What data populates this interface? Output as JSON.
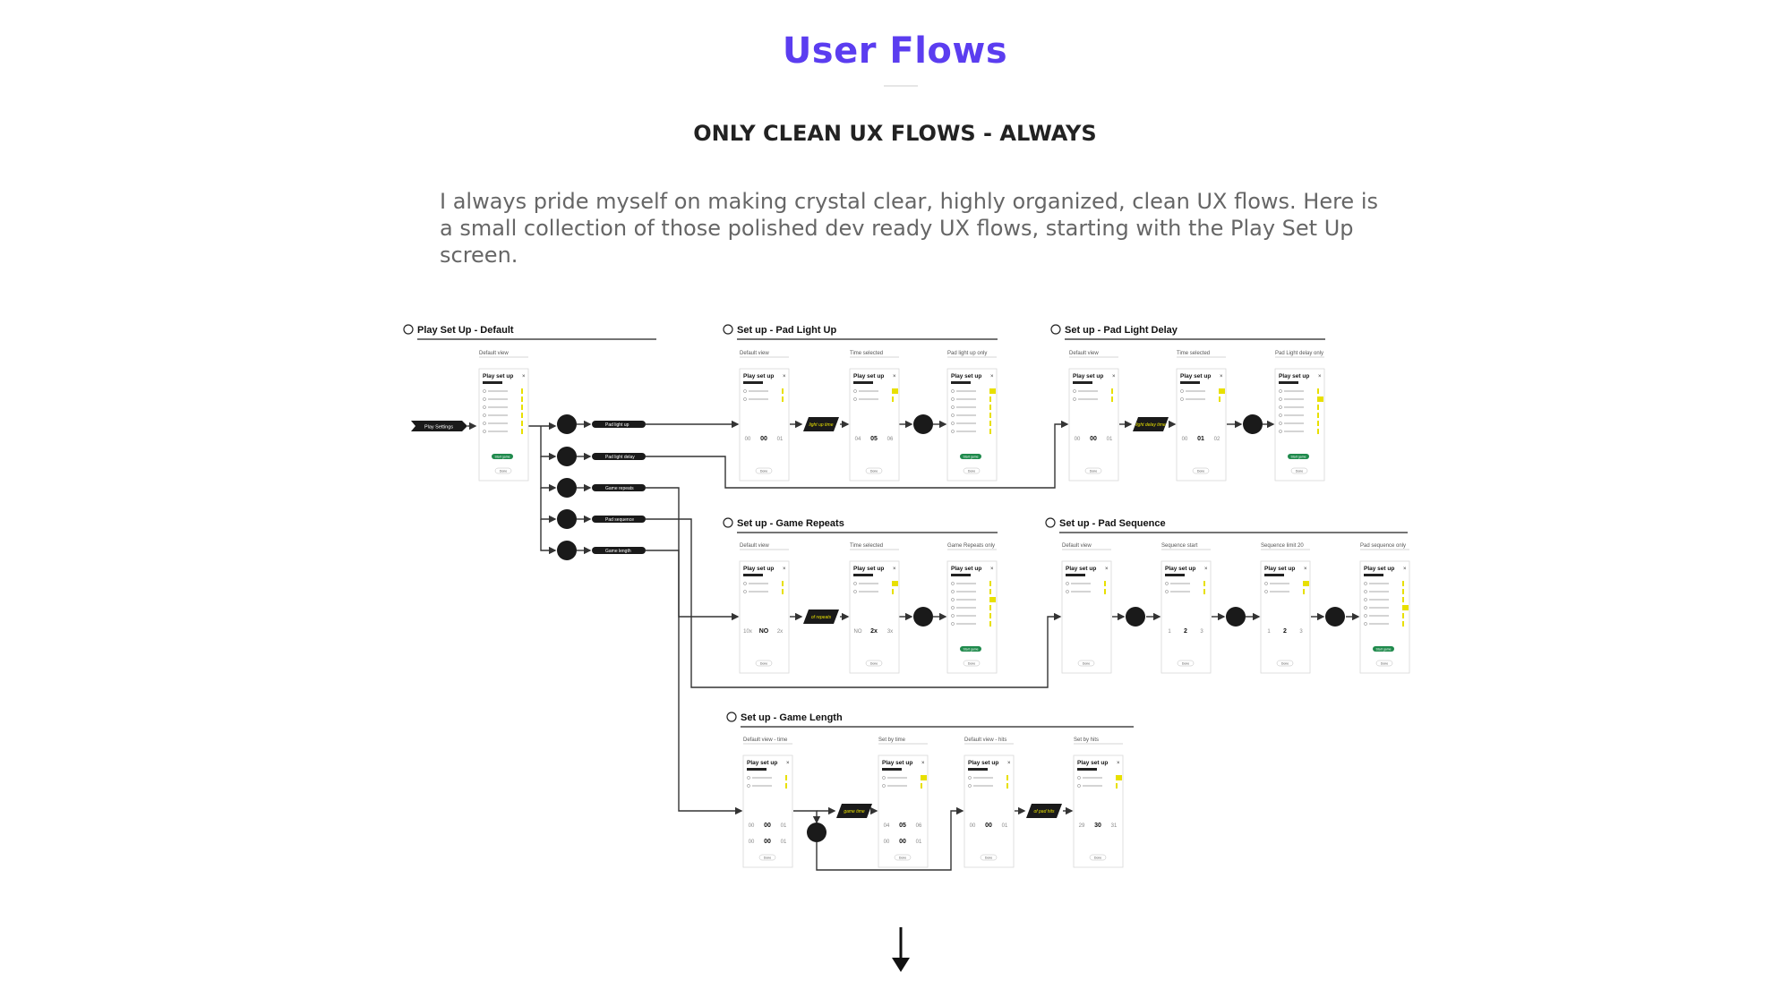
{
  "header": {
    "title": "User Flows",
    "subtitle": "ONLY CLEAN UX FLOWS - ALWAYS",
    "intro": "I always pride myself on making crystal clear, highly organized, clean UX flows. Here is a small collection of those polished dev ready UX flows, starting with the Play Set Up screen."
  },
  "sections": {
    "play_setup_default": {
      "title": "Play Set Up - Default",
      "icon": "soccer-ball-icon"
    },
    "pad_light_up": {
      "title": "Set up - Pad Light Up",
      "icon": "sun-icon"
    },
    "pad_light_delay": {
      "title": "Set up - Pad Light Delay",
      "icon": "hourglass-icon"
    },
    "game_repeats": {
      "title": "Set up - Game Repeats",
      "icon": "repeat-icon"
    },
    "pad_sequence": {
      "title": "Set up - Pad Sequence",
      "icon": "sequence-icon"
    },
    "game_length": {
      "title": "Set up - Game Length",
      "icon": "timer-icon"
    }
  },
  "entry_label": "Play Settings",
  "menu_options": [
    "Pad light up",
    "Pad light delay",
    "Game repeats",
    "Pad sequence",
    "Game length"
  ],
  "frame_labels": {
    "default_view": "Default view",
    "time_selected": "Time selected",
    "pad_light_up_only": "Pad light up only",
    "pad_light_delay_only": "Pad Light delay only",
    "game_repeats_only": "Game Repeats only",
    "sequence_start": "Sequence start",
    "sequence_limit": "Sequence limit 20",
    "pad_sequence_only": "Pad sequence only",
    "default_view_time": "Default view - time",
    "set_by_time": "Set by time",
    "default_view_hits": "Default view - hits",
    "set_by_hits": "Set by hits"
  },
  "screen": {
    "title": "Play set up",
    "done": "Done",
    "start": "Start game"
  },
  "decisions": {
    "light_up_time": "light up time",
    "light_delay_time": "light delay time",
    "of_repeats": "of repeats",
    "game_time": "game time",
    "of_pad_hits": "of pad hits"
  },
  "pickers": {
    "light_up": [
      "00",
      "00",
      "01"
    ],
    "light_up_sel": [
      "04",
      "05",
      "06"
    ],
    "delay": [
      "00",
      "00",
      "01"
    ],
    "delay_sel": [
      "00",
      "01",
      "02"
    ],
    "repeats": [
      "10x",
      "NO",
      "2x"
    ],
    "repeats_sel": [
      "NO",
      "2x",
      "3x"
    ],
    "sequence": [
      "1",
      "2",
      "3"
    ],
    "length_time": [
      "00",
      "00",
      "01"
    ],
    "length_time_sel": [
      "04",
      "05",
      "06"
    ],
    "length_hits_sel": [
      "29",
      "30",
      "31"
    ]
  },
  "colors": {
    "accent": "#5b3df0",
    "yellow": "#e8e000",
    "green": "#1f8a4c",
    "dark": "#1a1a1a"
  }
}
